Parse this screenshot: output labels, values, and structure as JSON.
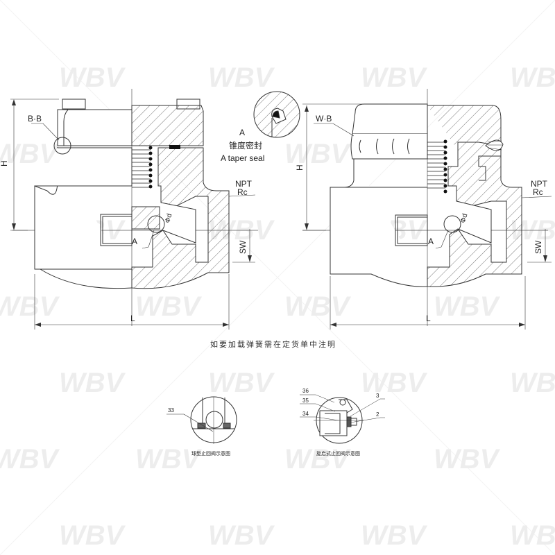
{
  "watermark": {
    "text": "WBV",
    "color": "#e8e8e8"
  },
  "left_view": {
    "type": "Bolted bonnet piston check valve",
    "callouts": {
      "bonnet_joint": "B·B",
      "seal_detail": "A",
      "thread": "NPT",
      "thread2": "Rc",
      "bore": "Φd",
      "socket": "SW",
      "height": "H",
      "length": "L"
    }
  },
  "right_view": {
    "type": "Welded bonnet piston check valve",
    "callouts": {
      "bonnet_joint": "W·B",
      "seal_detail": "A",
      "thread": "NPT",
      "thread2": "Rc",
      "bore": "Φd",
      "socket": "SW",
      "height": "H",
      "length": "L"
    }
  },
  "detail_a": {
    "label": "A",
    "title_cn": "锥度密封",
    "title_en": "A taper seal"
  },
  "note": "如要加载弹簧需在定货单中注明",
  "ball_detail": {
    "part": "33",
    "caption": "球型止回阀示意图"
  },
  "swing_detail": {
    "parts": [
      "36",
      "35",
      "34",
      "3",
      "2"
    ],
    "caption": "旋启式止回阀示意图"
  },
  "colors": {
    "line": "#333333",
    "hatch": "#555555",
    "fill": "#ffffff"
  }
}
